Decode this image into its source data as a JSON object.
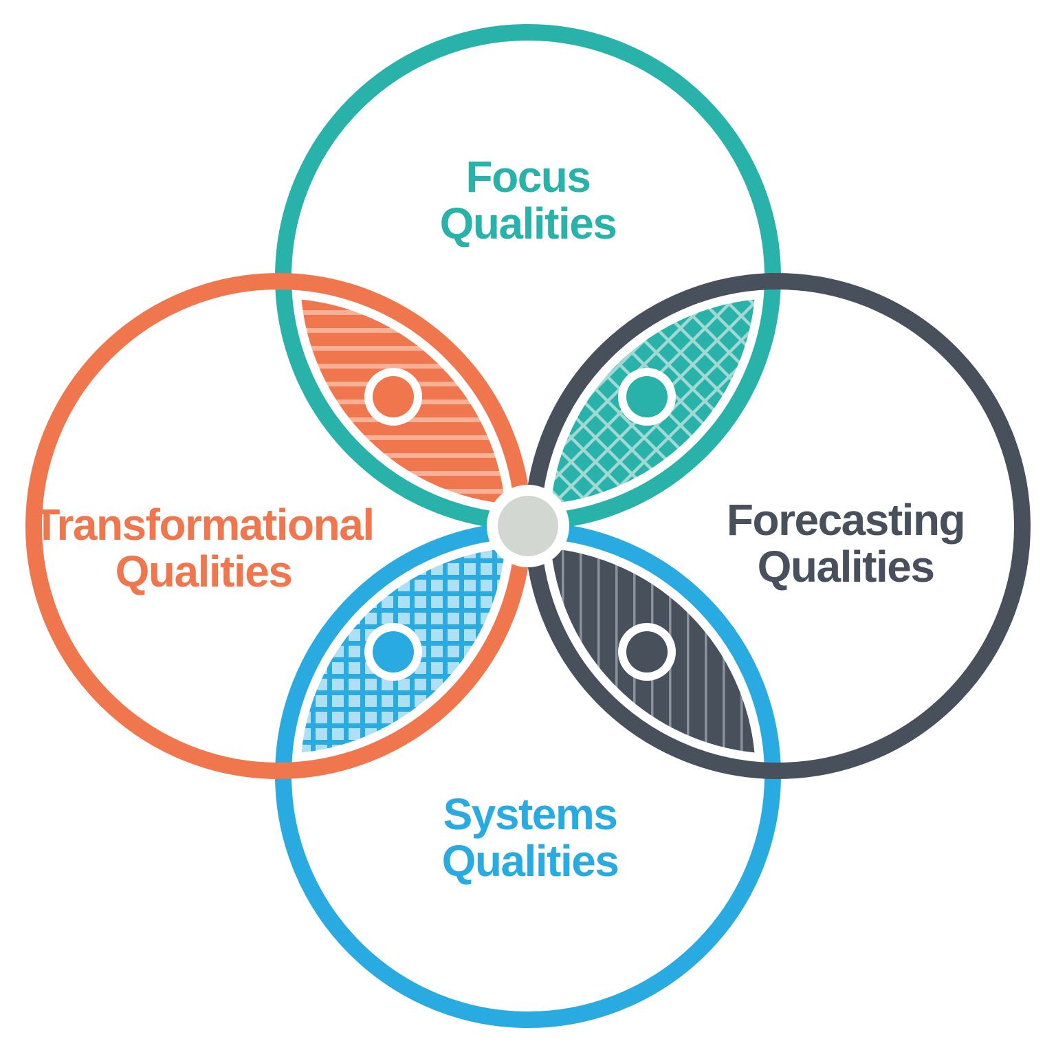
{
  "diagram": {
    "labels": {
      "focus": {
        "line1": "Focus",
        "line2": "Qualities"
      },
      "transformational": {
        "line1": "Transformational",
        "line2": "Qualities"
      },
      "forecasting": {
        "line1": "Forecasting",
        "line2": "Qualities"
      },
      "systems": {
        "line1": "Systems",
        "line2": "Qualities"
      }
    },
    "colors": {
      "focus": "#28b2a9",
      "focus_light": "#a3d9d5",
      "transformational": "#f0764e",
      "transformational_light": "#f8b196",
      "forecasting": "#47505b",
      "forecasting_light": "#8b929b",
      "systems": "#29abe2",
      "systems_light": "#ade0f4",
      "center": "#d3d7d1",
      "background": "#ffffff"
    }
  }
}
